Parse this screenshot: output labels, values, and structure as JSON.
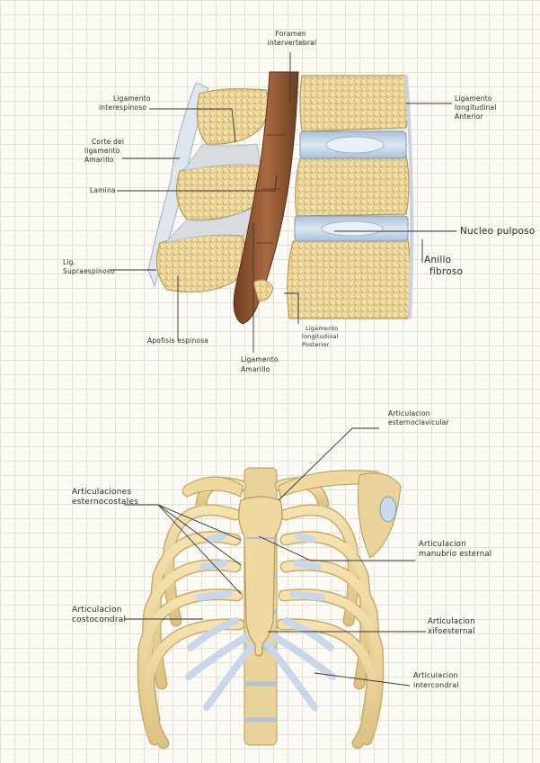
{
  "spine_labels": {
    "foramen": [
      "Foramen",
      "intervertebral"
    ],
    "lig_interespinoso": [
      "Ligamento",
      "interespinoso"
    ],
    "corte_lig_amarillo": [
      "Corte del",
      "ligamento",
      "Amarillo"
    ],
    "lamina": [
      "Lamina"
    ],
    "lig_supraespinoso": [
      "Lig.",
      "Supraespinoso"
    ],
    "apofisis_espinosa": [
      "Apofisis espinosa"
    ],
    "lig_amarillo": [
      "Ligamento",
      "Amarillo"
    ],
    "lig_long_posterior": [
      "Ligamento",
      "longitudinal",
      "Posterior"
    ],
    "lig_long_anterior": [
      "Ligamento",
      "longitudinal",
      "Anterior"
    ],
    "nucleo_pulposo": [
      "Nucleo pulposo"
    ],
    "anillo_fibroso": [
      "Anillo",
      "fibroso"
    ]
  },
  "thorax_labels": {
    "esternoclavicular": [
      "Articulacion",
      "esternoclavicular"
    ],
    "esternocostales": [
      "Articulaciones",
      "esternocostales"
    ],
    "manubrioesternal": [
      "Articulacion",
      "manubrio esternal"
    ],
    "costocondral": [
      "Articulacion",
      "costocondral"
    ],
    "xifoesternal": [
      "Articulacion",
      "xifoesternal"
    ],
    "intercondral": [
      "Articulacion",
      "intercondral"
    ]
  },
  "colors": {
    "bone": "#f0dba0",
    "bone_outline": "#b89a58",
    "cancellous": "#e2c77f",
    "ligament_brown": "#8a5532",
    "disc_blue": "#b7cde0",
    "cartilage": "#c8d8e8",
    "grid": "#e3e1d6"
  }
}
